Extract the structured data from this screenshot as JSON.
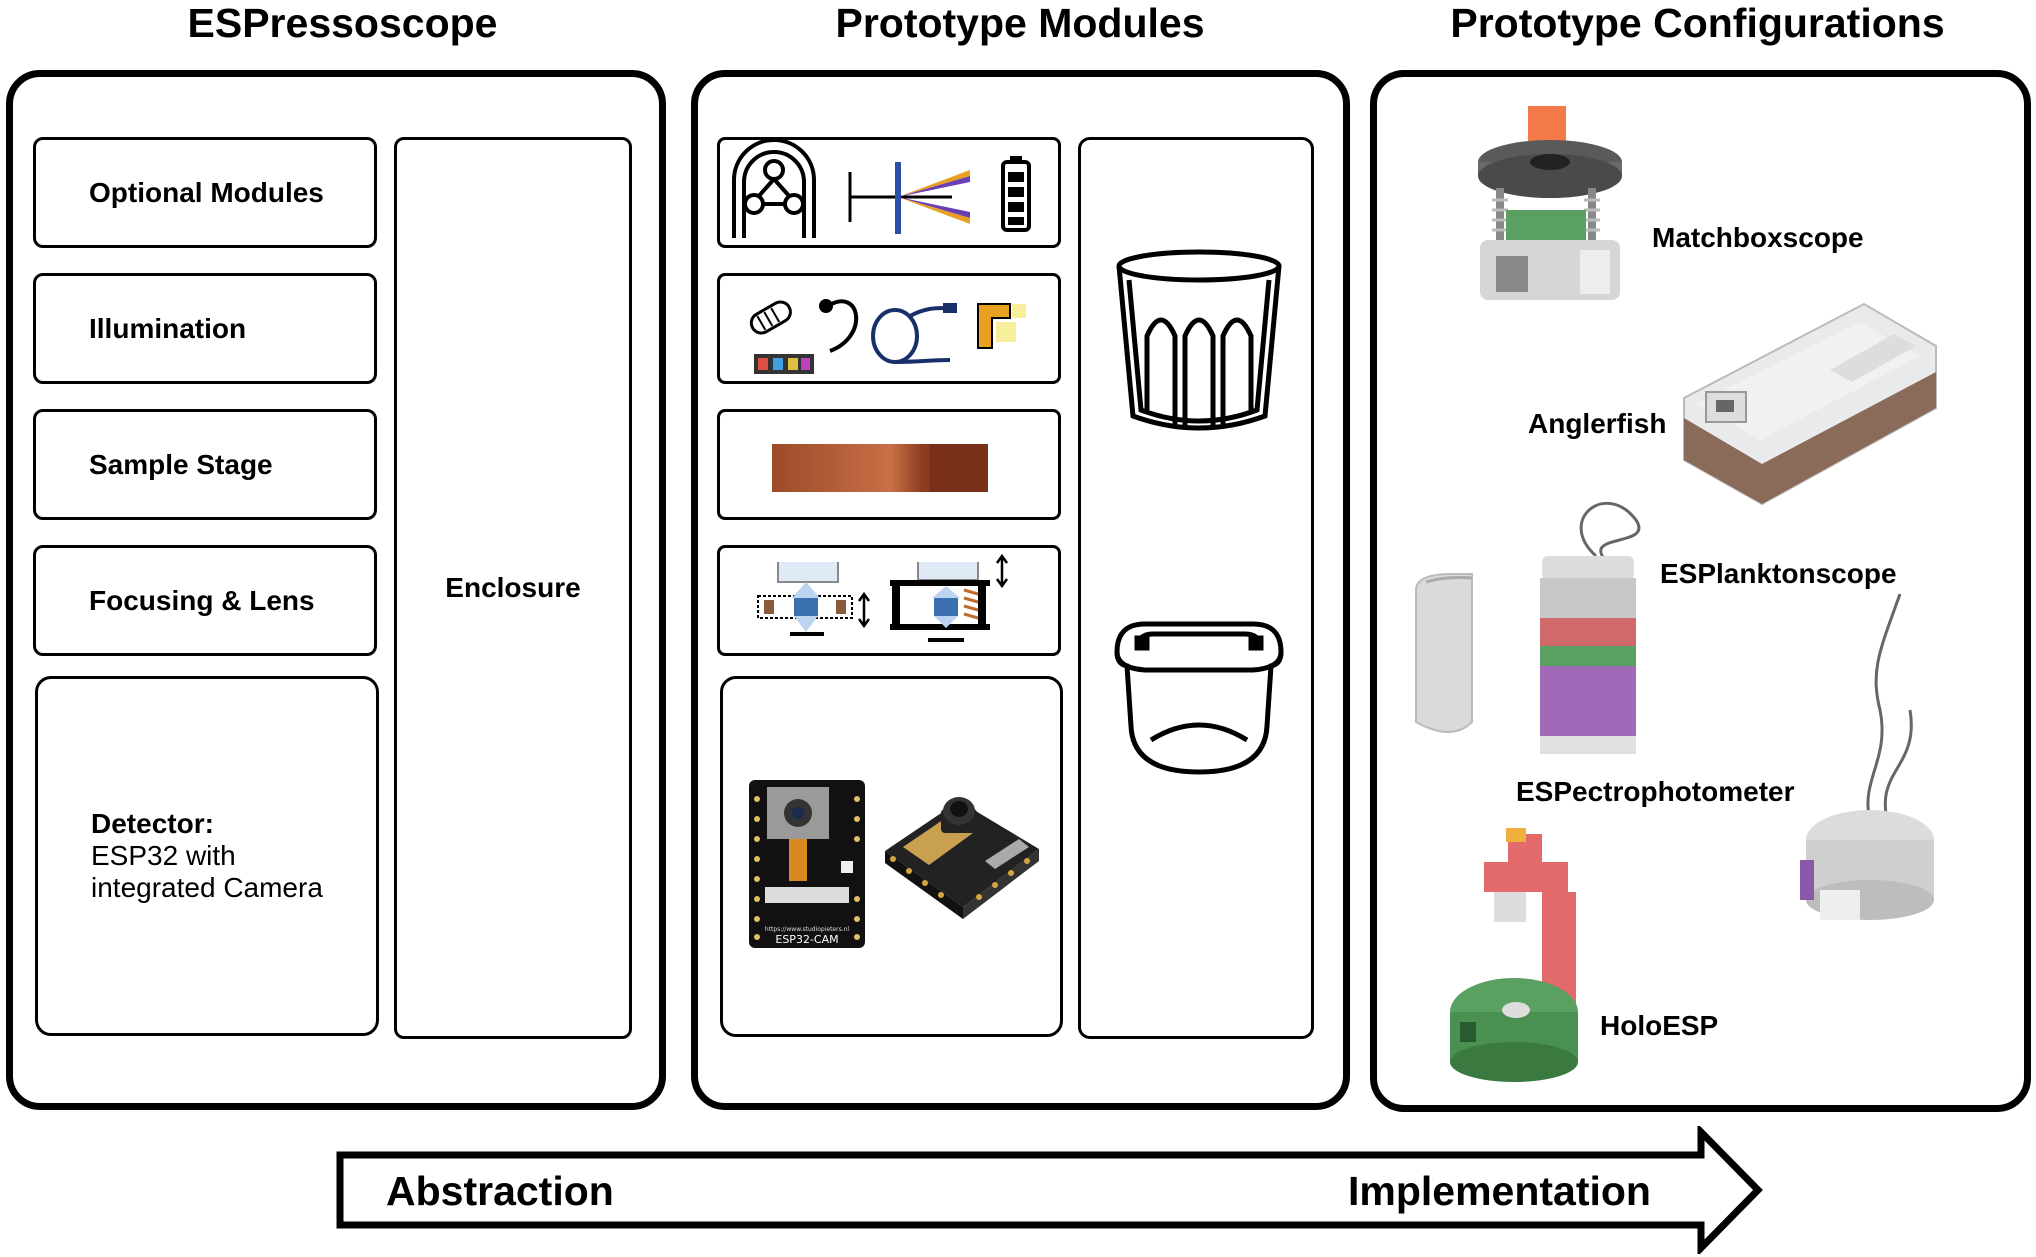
{
  "columns": {
    "abstraction_title": "ESPressoscope",
    "modules_title": "Prototype Modules",
    "configurations_title": "Prototype Configurations"
  },
  "espressoscope": {
    "optional_modules": "Optional Modules",
    "illumination": "Illumination",
    "sample_stage": "Sample Stage",
    "focusing_lens": "Focusing & Lens",
    "detector_heading": "Detector:",
    "detector_line1": "ESP32 with",
    "detector_line2": "integrated Camera",
    "enclosure": "Enclosure"
  },
  "modules": {
    "esp32_cam_label": "ESP32-CAM",
    "esp32_cam_url": "https://www.studiopieters.nl"
  },
  "configurations": {
    "matchboxscope": "Matchboxscope",
    "anglerfish": "Anglerfish",
    "esplanktonscope": "ESPlanktonscope",
    "espectrophotometer": "ESPectrophotometer",
    "holoesp": "HoloESP"
  },
  "arrow": {
    "left_label": "Abstraction",
    "right_label": "Implementation"
  }
}
